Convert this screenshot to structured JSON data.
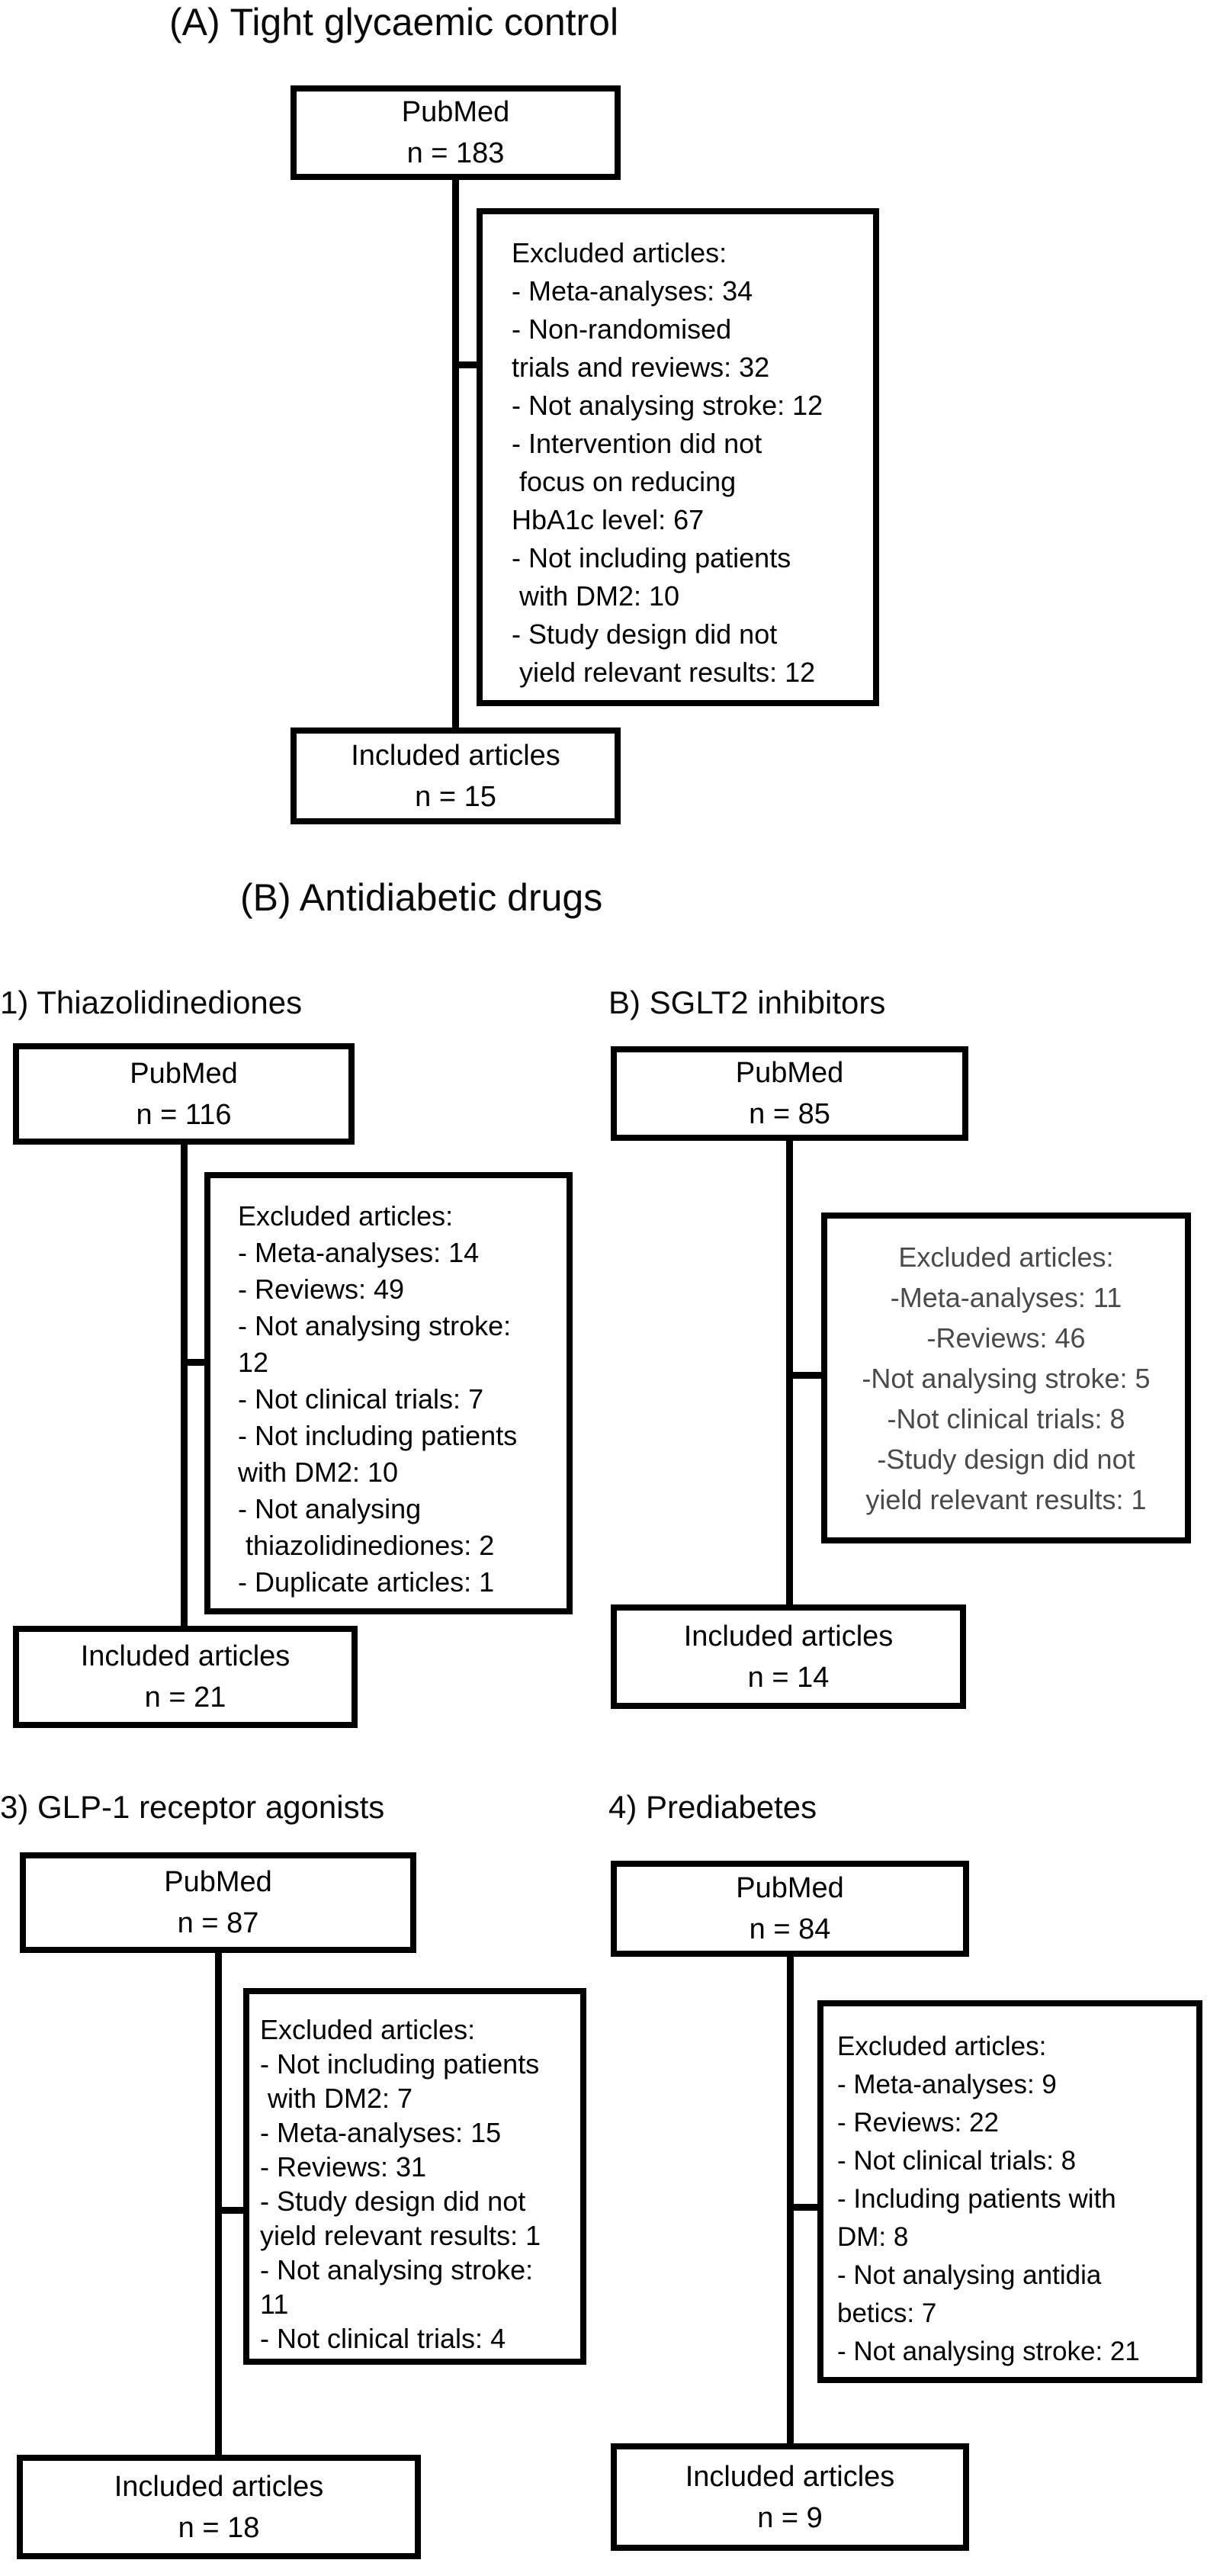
{
  "colors": {
    "background": "#ffffff",
    "box_border": "#000000",
    "text": "#000000",
    "muted_text": "#4a4a4a"
  },
  "section_a": {
    "title": "(A) Tight glycaemic control",
    "source": {
      "name": "PubMed",
      "count": "n = 183"
    },
    "excluded_lines": [
      "Excluded articles:",
      "- Meta-analyses: 34",
      "- Non-randomised",
      "trials and reviews: 32",
      "- Not analysing stroke: 12",
      "- Intervention did not",
      " focus on reducing",
      "HbA1c level: 67",
      "- Not including patients",
      " with DM2: 10",
      "- Study design did not",
      " yield relevant results: 12"
    ],
    "included": {
      "name": "Included articles",
      "count": "n = 15"
    }
  },
  "section_b": {
    "title": "(B) Antidiabetic drugs",
    "subpanels": [
      {
        "label": "1) Thiazolidinediones",
        "source": {
          "name": "PubMed",
          "count": "n = 116"
        },
        "excluded_lines": [
          "Excluded articles:",
          "- Meta-analyses: 14",
          "- Reviews: 49",
          "- Not analysing stroke:",
          "12",
          "- Not clinical trials: 7",
          "- Not including patients",
          "with DM2: 10",
          "- Not analysing",
          " thiazolidinediones: 2",
          "- Duplicate articles: 1"
        ],
        "included": {
          "name": "Included articles",
          "count": "n = 21"
        }
      },
      {
        "label": "B) SGLT2 inhibitors",
        "source": {
          "name": "PubMed",
          "count": "n = 85"
        },
        "excluded_lines": [
          "Excluded articles:",
          "-Meta-analyses: 11",
          "-Reviews: 46",
          "-Not analysing stroke: 5",
          "-Not clinical trials: 8",
          "-Study design did not",
          "yield relevant results: 1"
        ],
        "included": {
          "name": "Included articles",
          "count": "n = 14"
        }
      },
      {
        "label": "3) GLP-1 receptor agonists",
        "source": {
          "name": "PubMed",
          "count": "n = 87"
        },
        "excluded_lines": [
          "Excluded articles:",
          "- Not including patients",
          " with DM2: 7",
          "- Meta-analyses: 15",
          "- Reviews: 31",
          "- Study design did not",
          "yield relevant results: 1",
          "- Not analysing stroke:",
          "11",
          "- Not clinical trials: 4"
        ],
        "included": {
          "name": "Included articles",
          "count": "n = 18"
        }
      },
      {
        "label": "4) Prediabetes",
        "source": {
          "name": "PubMed",
          "count": "n = 84"
        },
        "excluded_lines": [
          "Excluded articles:",
          "- Meta-analyses: 9",
          "- Reviews: 22",
          "- Not clinical trials: 8",
          "- Including patients with",
          "DM: 8",
          "- Not analysing antidia",
          "betics: 7",
          "- Not analysing stroke: 21"
        ],
        "included": {
          "name": "Included articles",
          "count": "n = 9"
        }
      }
    ]
  }
}
